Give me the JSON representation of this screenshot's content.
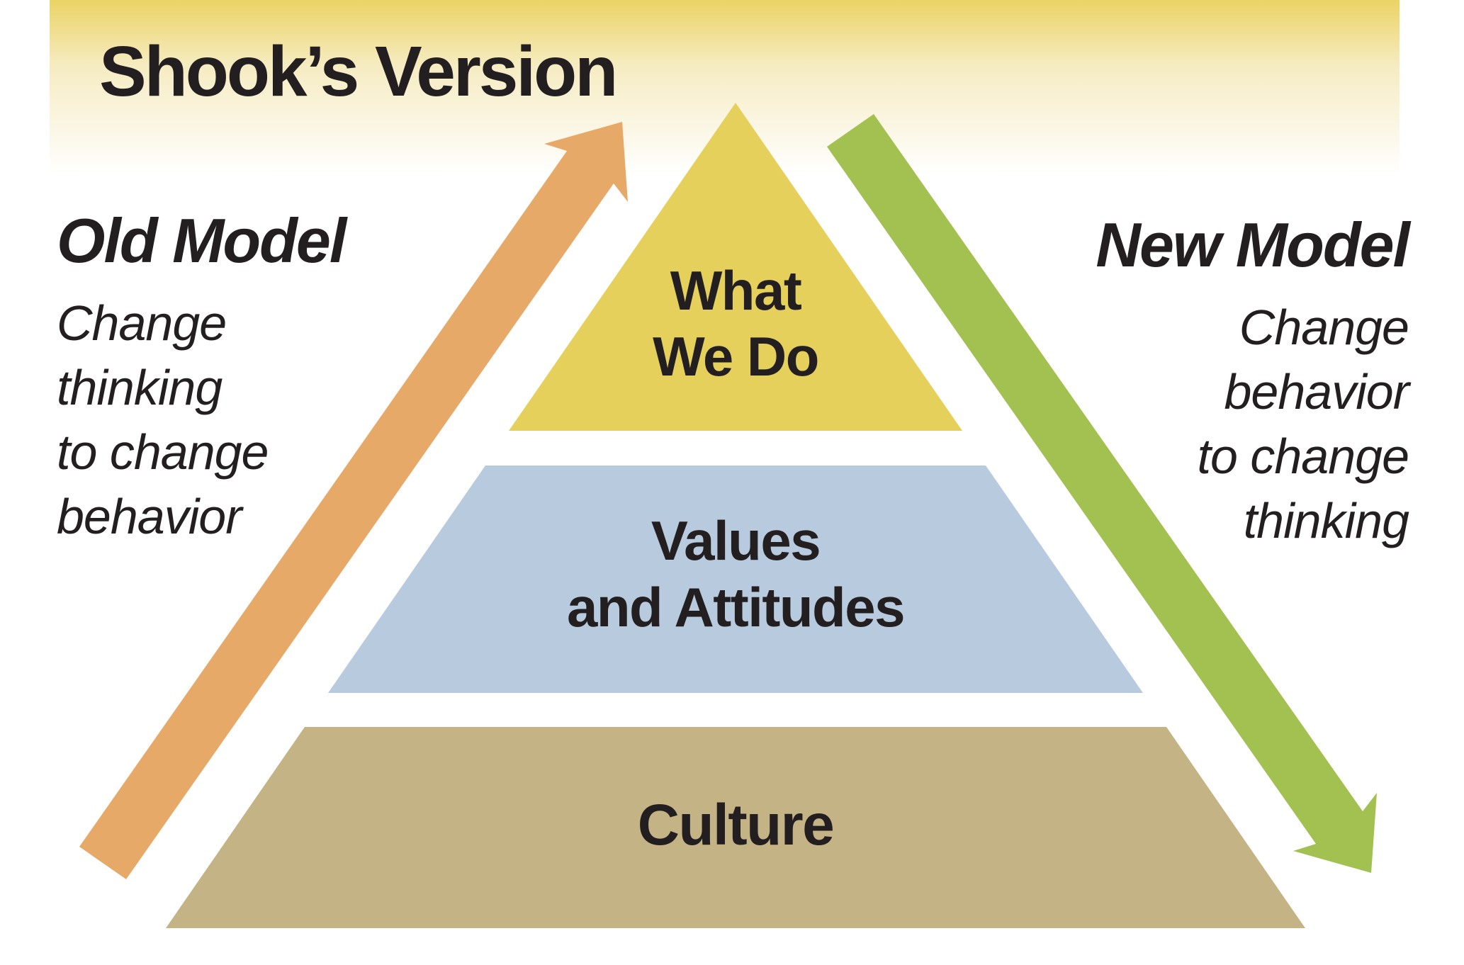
{
  "title": "Shook’s Version",
  "old_model": {
    "heading": "Old Model",
    "lines": [
      "Change",
      "thinking",
      "to change",
      "behavior"
    ]
  },
  "new_model": {
    "heading": "New Model",
    "lines": [
      "Change",
      "behavior",
      "to change",
      "thinking"
    ]
  },
  "pyramid": {
    "top_layer": {
      "line1": "What",
      "line2": "We Do"
    },
    "middle_layer": {
      "line1": "Values",
      "line2": "and Attitudes"
    },
    "bottom_layer": {
      "line1": "Culture"
    }
  },
  "arrows": {
    "old_model_arrow": {
      "direction": "up-right"
    },
    "new_model_arrow": {
      "direction": "down-right"
    }
  },
  "colors": {
    "header_gradient_top": "#ebd364",
    "header_gradient_mid": "#f6ecc3",
    "header_gradient_bottom": "#ffffff",
    "top_layer": "#e5d05c",
    "middle_layer": "#b7cade",
    "bottom_layer": "#c3b385",
    "old_arrow": "#e7a967",
    "new_arrow": "#a3c151",
    "text": "#231f20"
  }
}
